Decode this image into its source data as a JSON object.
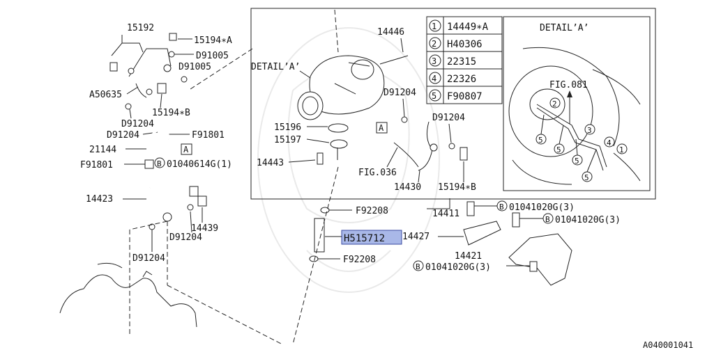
{
  "diagram": {
    "code": "A040001041",
    "detail_title": "DETAIL’A’",
    "detail_callout": "DETAIL’A’",
    "section_marker": "A",
    "highlight_color": "#a9b8e8",
    "legend": [
      {
        "num": "1",
        "code": "14449∗A"
      },
      {
        "num": "2",
        "code": "H40306"
      },
      {
        "num": "3",
        "code": "22315"
      },
      {
        "num": "4",
        "code": "22326"
      },
      {
        "num": "5",
        "code": "F90807"
      }
    ],
    "labels": {
      "p15192": "15192",
      "p15194a": "15194∗A",
      "pD91005_1": "D91005",
      "pD91005_2": "D91005",
      "pA50635": "A50635",
      "p15194b_l": "15194∗B",
      "pD91204_a": "D91204",
      "pD91204_b": "D91204",
      "pF91801_1": "F91801",
      "p21144": "21144",
      "pF91801_2": "F91801",
      "b01040614": "01040614G(1)",
      "p14423": "14423",
      "p14439": "14439",
      "pD91204_c": "D91204",
      "pD91204_d": "D91204",
      "p14446": "14446",
      "pD91204_e": "D91204",
      "pD91204_f": "D91204",
      "p15196": "15196",
      "p15197": "15197",
      "p14443": "14443",
      "fig036": "FIG.036",
      "p14430": "14430",
      "p15194b_r": "15194∗B",
      "p14411": "14411",
      "b01041020_1": "01041020G(3)",
      "b01041020_2": "01041020G(3)",
      "b01041020_3": "01041020G(3)",
      "pF92208_1": "F92208",
      "pF92208_2": "F92208",
      "pH515712": "H515712",
      "p14427": "14427",
      "p14421": "14421",
      "fig081": "FIG.081",
      "bolt_marker": "B"
    }
  }
}
